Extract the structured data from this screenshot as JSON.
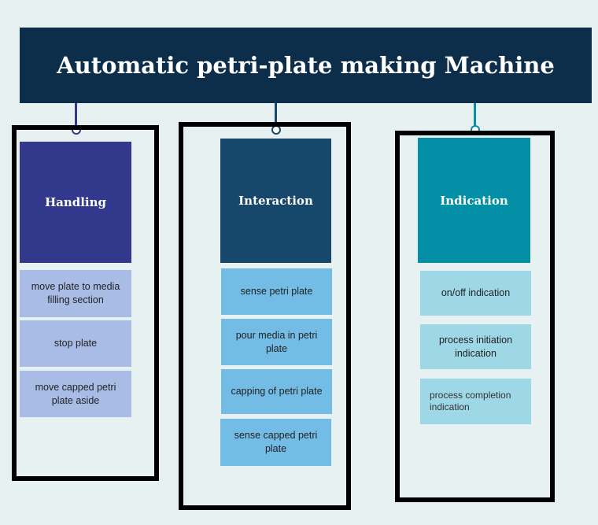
{
  "title": "Automatic petri-plate making Machine",
  "colors": {
    "title_bg": "#0d2e4b",
    "handling_header": "#32398c",
    "handling_item": "#a9bce6",
    "interaction_header": "#17476b",
    "interaction_item": "#73bce6",
    "indication_header": "#0390a6",
    "indication_item": "#9ed8e6"
  },
  "columns": [
    {
      "header": "Handling",
      "items": [
        "move plate to media filling section",
        "stop  plate",
        "move capped petri plate aside"
      ]
    },
    {
      "header": "Interaction",
      "items": [
        "sense petri plate",
        "pour media in petri plate",
        "capping of petri plate",
        "sense capped petri plate"
      ]
    },
    {
      "header": "Indication",
      "items": [
        "on/off indication",
        "process initiation indication",
        "process completion indication"
      ]
    }
  ]
}
